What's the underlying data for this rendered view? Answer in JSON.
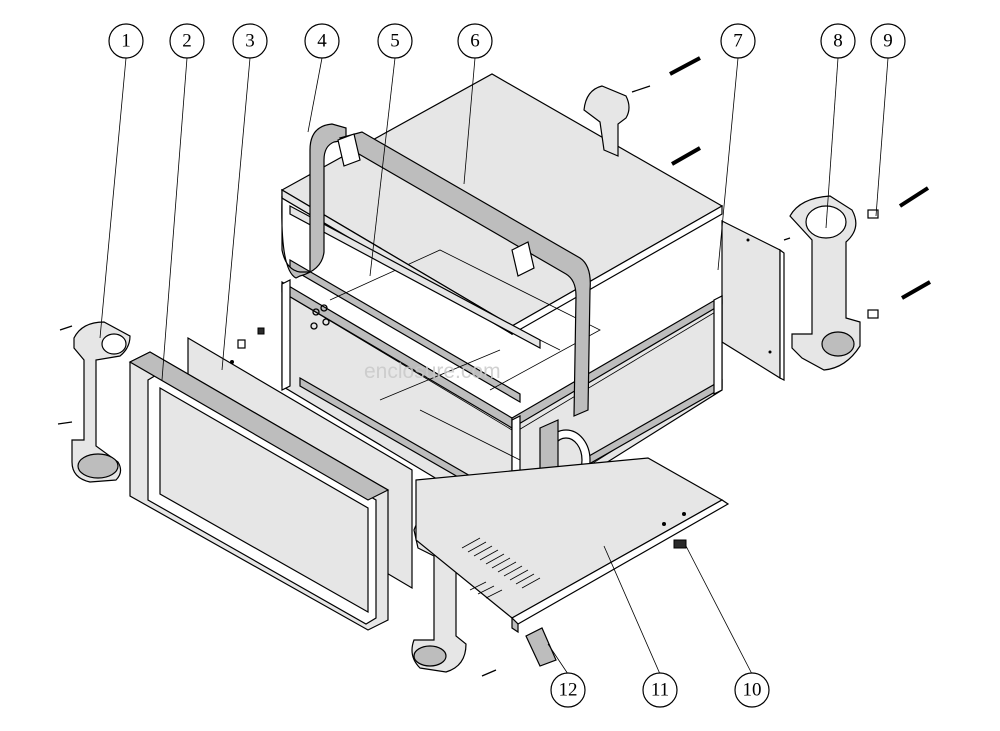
{
  "watermark": "enclosure.com",
  "callouts": [
    {
      "id": 1,
      "label": "1"
    },
    {
      "id": 2,
      "label": "2"
    },
    {
      "id": 3,
      "label": "3"
    },
    {
      "id": 4,
      "label": "4"
    },
    {
      "id": 5,
      "label": "5"
    },
    {
      "id": 6,
      "label": "6"
    },
    {
      "id": 7,
      "label": "7"
    },
    {
      "id": 8,
      "label": "8"
    },
    {
      "id": 9,
      "label": "9"
    },
    {
      "id": 10,
      "label": "10"
    },
    {
      "id": 11,
      "label": "11"
    },
    {
      "id": 12,
      "label": "12"
    }
  ]
}
